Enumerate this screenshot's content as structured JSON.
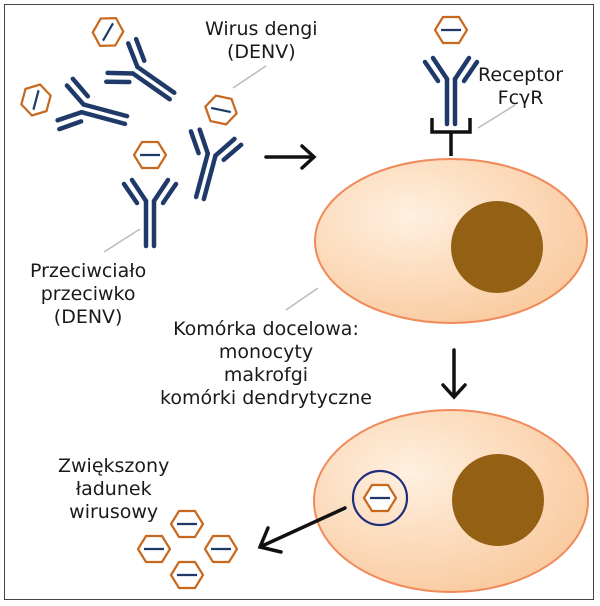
{
  "labels": {
    "virus": [
      "Wirus dengi",
      "(DENV)"
    ],
    "antibody": [
      "Przeciwciało",
      "przeciwko",
      "(DENV)"
    ],
    "receptor": [
      "Receptor",
      "FcγR"
    ],
    "target_cell": [
      "Komórka docelowa:",
      "monocyty",
      "makrofgi",
      "komórki dendrytyczne"
    ],
    "viral_load": [
      "Zwiększony",
      "ładunek",
      "wirusowy"
    ]
  },
  "colors": {
    "antibody": "#1f3a68",
    "virus_outline": "#c8681e",
    "cell_fill": "#fbd8b8",
    "cell_outline": "#f08a5a",
    "nucleus": "#946014",
    "arrow": "#111111",
    "leader": "#bbbbbb"
  }
}
